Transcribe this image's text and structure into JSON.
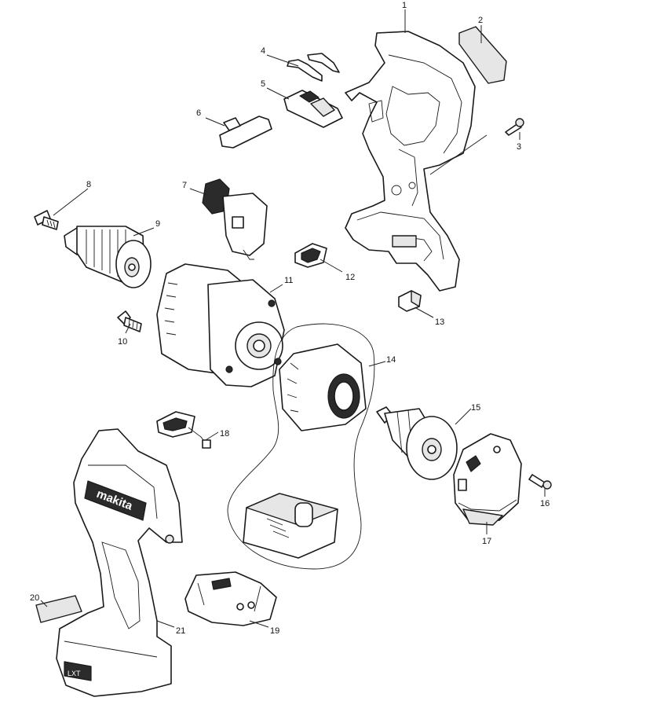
{
  "diagram": {
    "type": "exploded parts diagram",
    "callouts": [
      "1",
      "2",
      "3",
      "4",
      "5",
      "6",
      "7",
      "8",
      "9",
      "10",
      "11",
      "12",
      "13",
      "14",
      "15",
      "16",
      "17",
      "18",
      "19",
      "20",
      "21"
    ],
    "brand_text": "makita",
    "battery_mark": "LXT"
  }
}
